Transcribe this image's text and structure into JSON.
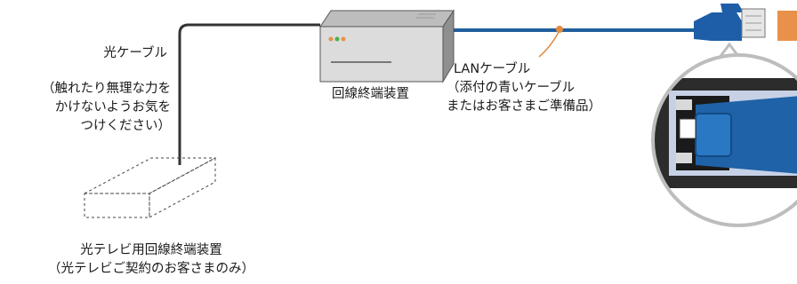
{
  "labels": {
    "fiber_cable": "光ケーブル",
    "fiber_note": [
      "（触れたり無理な力を",
      "かけないようお気を",
      "つけください）"
    ],
    "ont": "回線終端装置",
    "lan_cable": "LANケーブル",
    "lan_note": [
      "（添付の青いケーブル",
      "またはお客さまご準備品）"
    ],
    "tv_device": [
      "光テレビ用回線終端装置",
      "（光テレビご契約のお客さまのみ）"
    ]
  },
  "colors": {
    "fiber_line": "#333333",
    "lan_cable": "#1f5f9e",
    "lan_connector": "#1e5ea8",
    "router_accent": "#e8914a",
    "leader_line": "#e58a3c",
    "device_body": "#dcdcdc",
    "zoom_panel": "#2c2c2c"
  }
}
